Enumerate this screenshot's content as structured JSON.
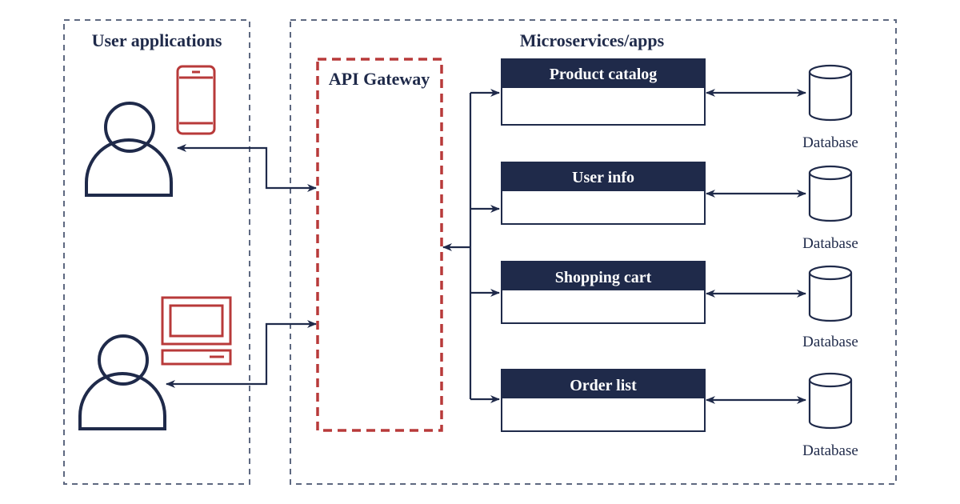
{
  "zones": {
    "user_apps_title": "User applications",
    "microservices_title": "Microservices/apps",
    "gateway_title": "API Gateway"
  },
  "services": [
    {
      "label": "Product catalog",
      "db_label": "Database"
    },
    {
      "label": "User info",
      "db_label": "Database"
    },
    {
      "label": "Shopping cart",
      "db_label": "Database"
    },
    {
      "label": "Order list",
      "db_label": "Database"
    }
  ],
  "icons": {
    "user": "person-icon",
    "mobile": "smartphone-icon",
    "desktop": "computer-icon",
    "database": "database-icon"
  },
  "colors": {
    "navy": "#1f2a4a",
    "red": "#b83a3a",
    "border": "#5d6880"
  }
}
